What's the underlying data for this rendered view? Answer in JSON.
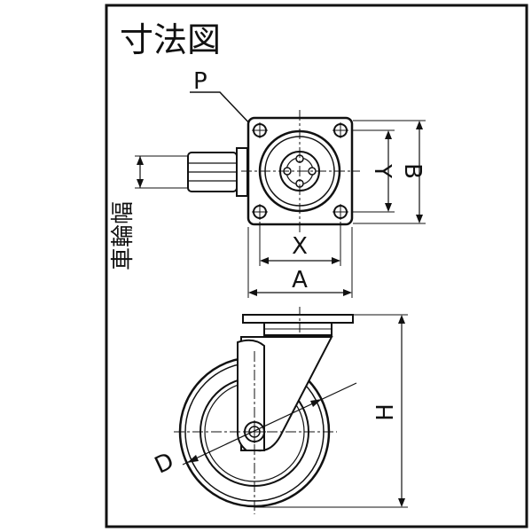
{
  "title": "寸法図",
  "labels": {
    "p": "P",
    "x": "X",
    "a": "A",
    "y": "Y",
    "b": "B",
    "h": "H",
    "d": "D",
    "wheel_width": "車輪幅"
  },
  "colors": {
    "line": "#111111",
    "frame": "#111111",
    "background": "#ffffff"
  }
}
